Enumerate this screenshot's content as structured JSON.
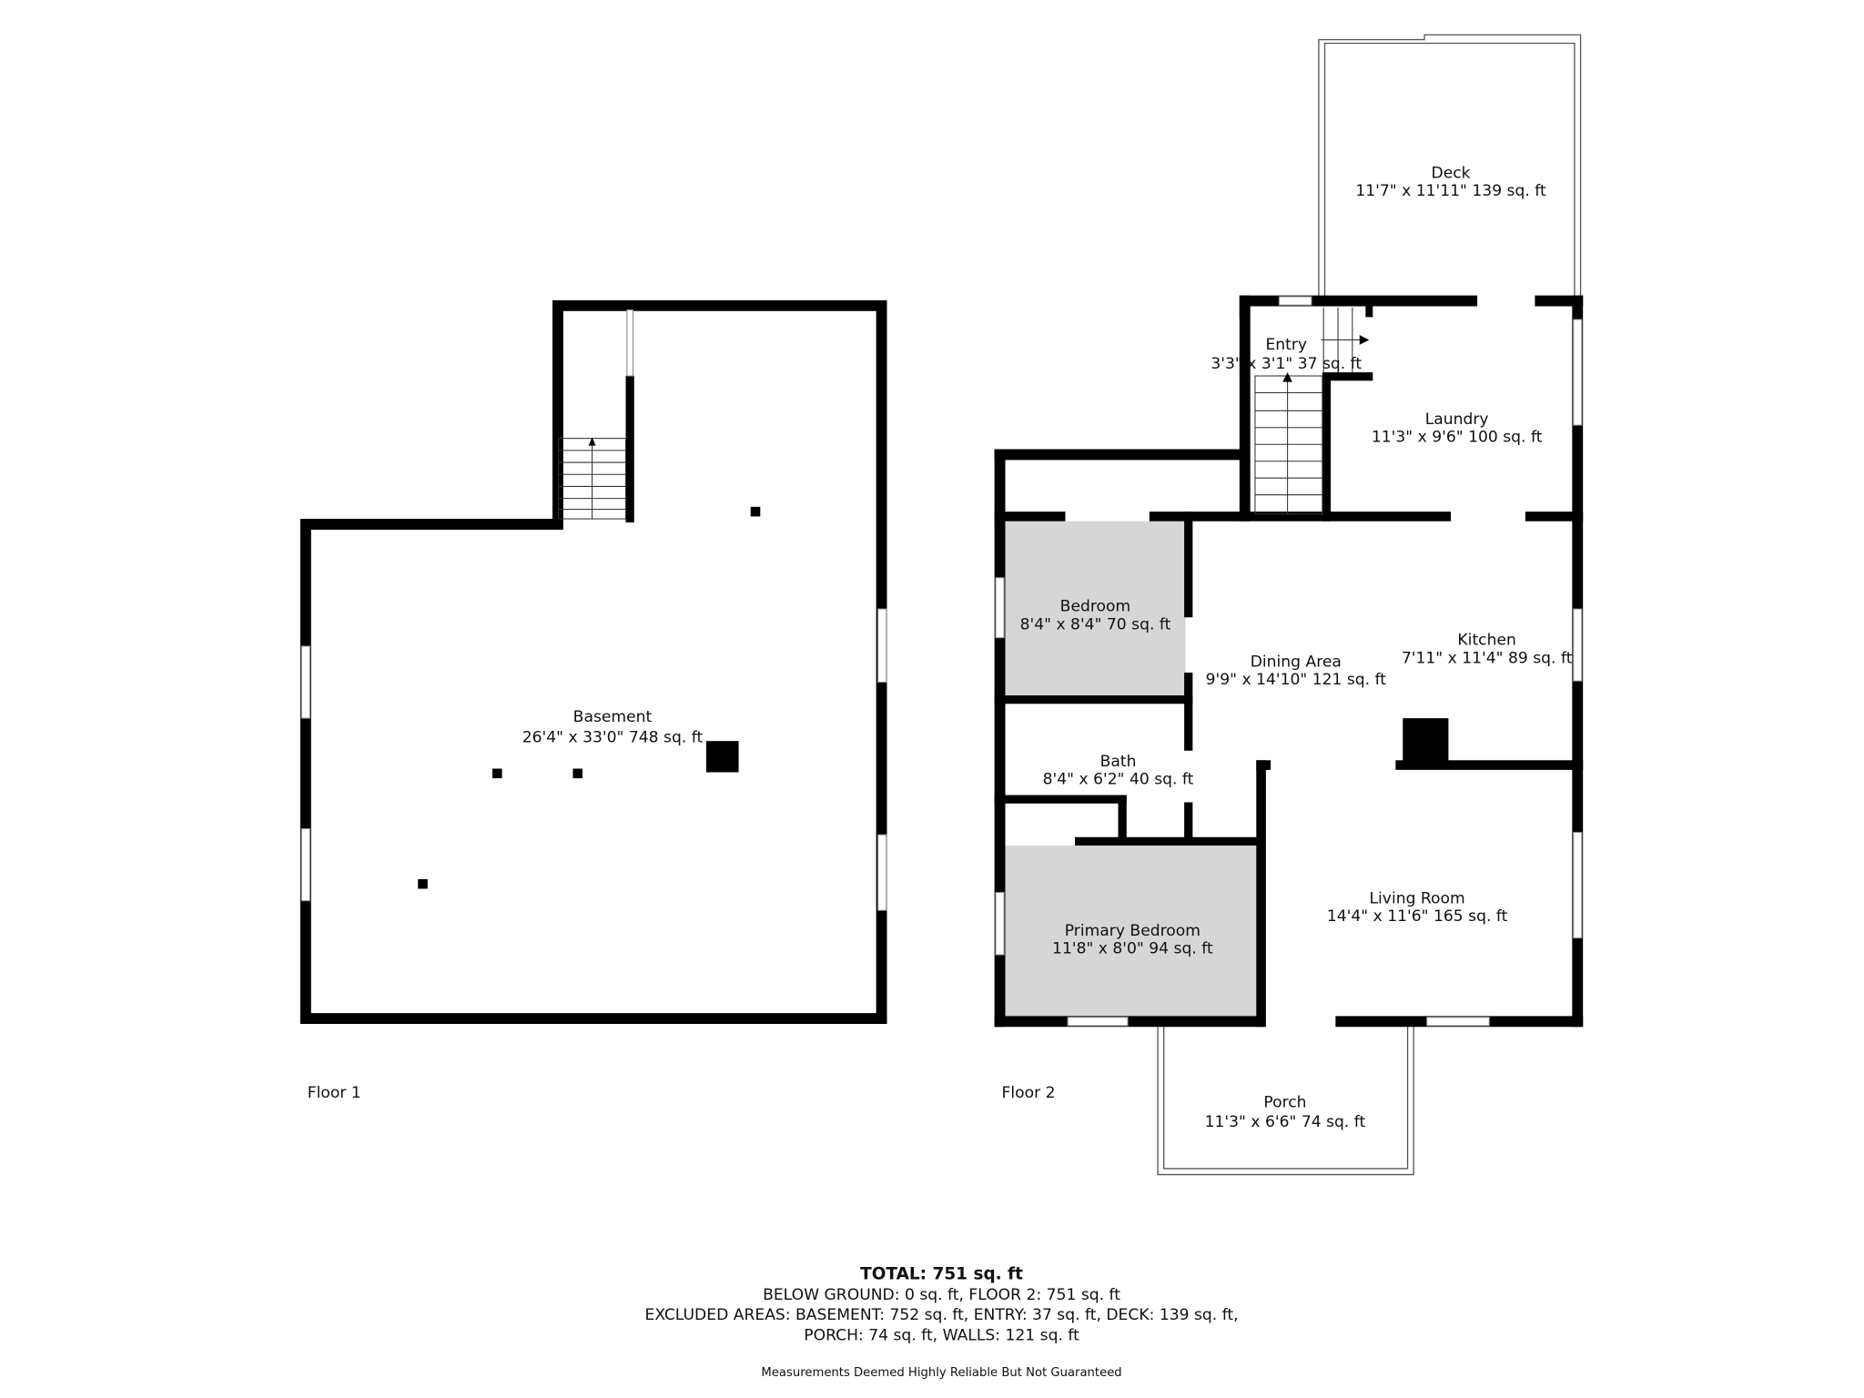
{
  "floors": [
    {
      "label": "Floor 1",
      "rooms": [
        {
          "name": "Basement",
          "dims": "26'4\" x 33'0\" 748 sq. ft"
        }
      ]
    },
    {
      "label": "Floor 2",
      "rooms": [
        {
          "name": "Deck",
          "dims": "11'7\" x 11'11\" 139 sq. ft"
        },
        {
          "name": "Entry",
          "dims": "3'3\" x 3'1\" 37 sq. ft"
        },
        {
          "name": "Laundry",
          "dims": "11'3\" x 9'6\" 100 sq. ft"
        },
        {
          "name": "Bedroom",
          "dims": "8'4\" x 8'4\" 70 sq. ft"
        },
        {
          "name": "Kitchen",
          "dims": "7'11\" x 11'4\" 89 sq. ft"
        },
        {
          "name": "Dining Area",
          "dims": "9'9\" x 14'10\" 121 sq. ft"
        },
        {
          "name": "Bath",
          "dims": "8'4\" x 6'2\" 40 sq. ft"
        },
        {
          "name": "Living Room",
          "dims": "14'4\" x 11'6\" 165 sq. ft"
        },
        {
          "name": "Primary Bedroom",
          "dims": "11'8\" x 8'0\" 94 sq. ft"
        },
        {
          "name": "Porch",
          "dims": "11'3\" x 6'6\" 74 sq. ft"
        }
      ]
    }
  ],
  "summary": {
    "total": "TOTAL: 751 sq. ft",
    "line1": "BELOW GROUND: 0 sq. ft, FLOOR 2: 751 sq. ft",
    "line2": "EXCLUDED AREAS: BASEMENT: 752 sq. ft, ENTRY: 37 sq. ft, DECK: 139 sq. ft,",
    "line3": "PORCH: 74 sq. ft, WALLS: 121 sq. ft",
    "disclaimer": "Measurements Deemed Highly Reliable But Not Guaranteed"
  },
  "colors": {
    "wall": "#000000",
    "shaded_room": "#d6d6d6"
  }
}
